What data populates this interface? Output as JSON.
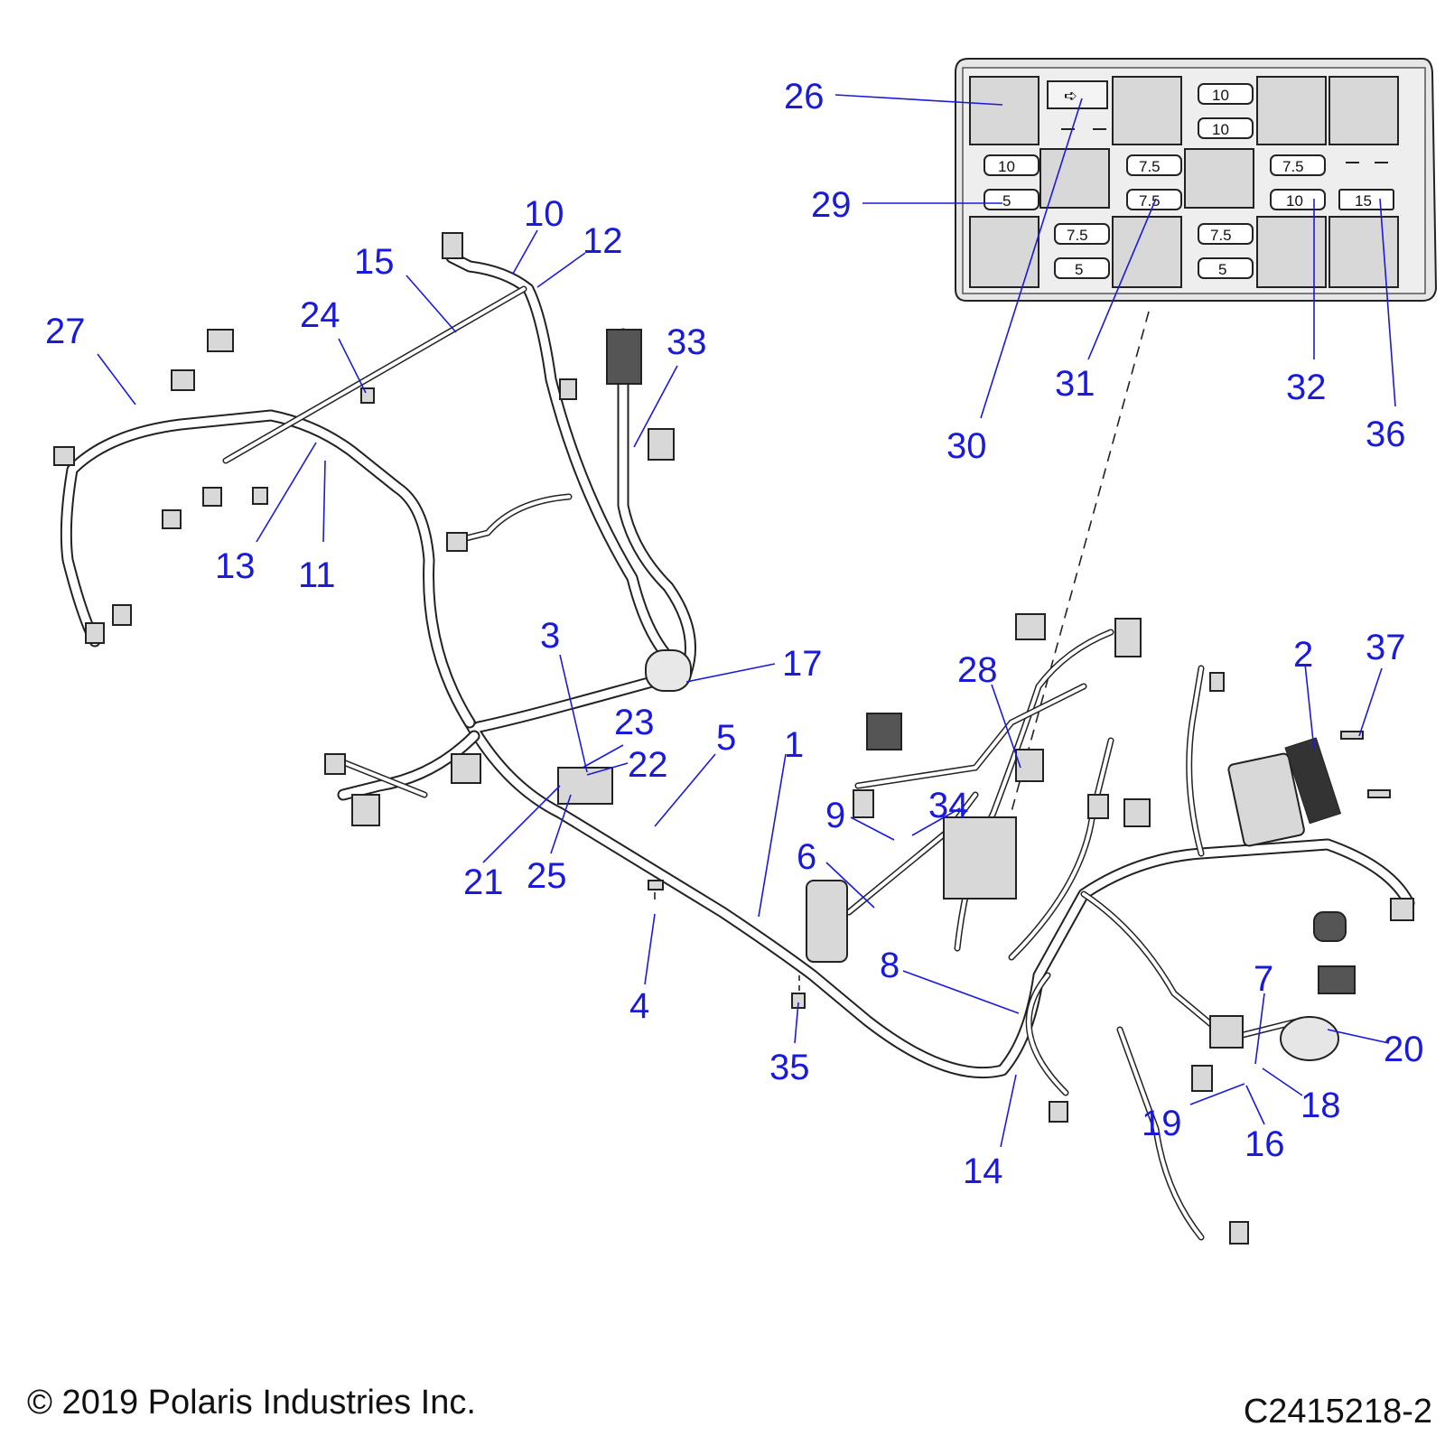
{
  "callouts": {
    "n1": "1",
    "n2": "2",
    "n3": "3",
    "n4": "4",
    "n5": "5",
    "n6": "6",
    "n7": "7",
    "n8": "8",
    "n9": "9",
    "n10": "10",
    "n11": "11",
    "n12": "12",
    "n13": "13",
    "n14": "14",
    "n15": "15",
    "n16": "16",
    "n17": "17",
    "n18": "18",
    "n19": "19",
    "n20": "20",
    "n21": "21",
    "n22": "22",
    "n23": "23",
    "n24": "24",
    "n25": "25",
    "n26": "26",
    "n27": "27",
    "n28": "28",
    "n29": "29",
    "n30": "30",
    "n31": "31",
    "n32": "32",
    "n33": "33",
    "n34": "34",
    "n35": "35",
    "n36": "36",
    "n37": "37"
  },
  "fuse_box": {
    "f1": "10",
    "f2": "10",
    "f3": "10",
    "f4": "5",
    "f5": "7.5",
    "f6": "7.5",
    "f7": "7.5",
    "f8": "10",
    "f9": "15",
    "f10": "7.5",
    "f11": "5",
    "f12": "7.5",
    "f13": "5"
  },
  "footer": {
    "copyright": "© 2019 Polaris Industries Inc.",
    "drawing_id": "C2415218-2"
  },
  "colors": {
    "callout": "#1a1adb",
    "line_art": "#222222"
  }
}
